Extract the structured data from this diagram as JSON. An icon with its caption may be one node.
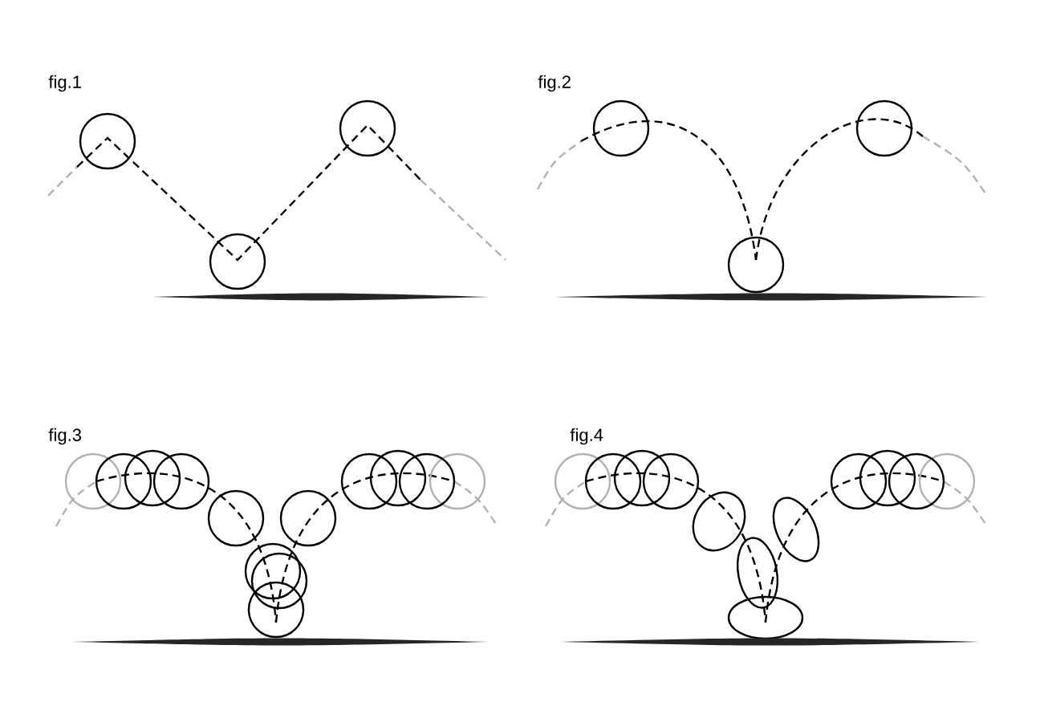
{
  "diagram": {
    "labels": [
      "fig.1",
      "fig.2",
      "fig.3",
      "fig.4"
    ]
  }
}
